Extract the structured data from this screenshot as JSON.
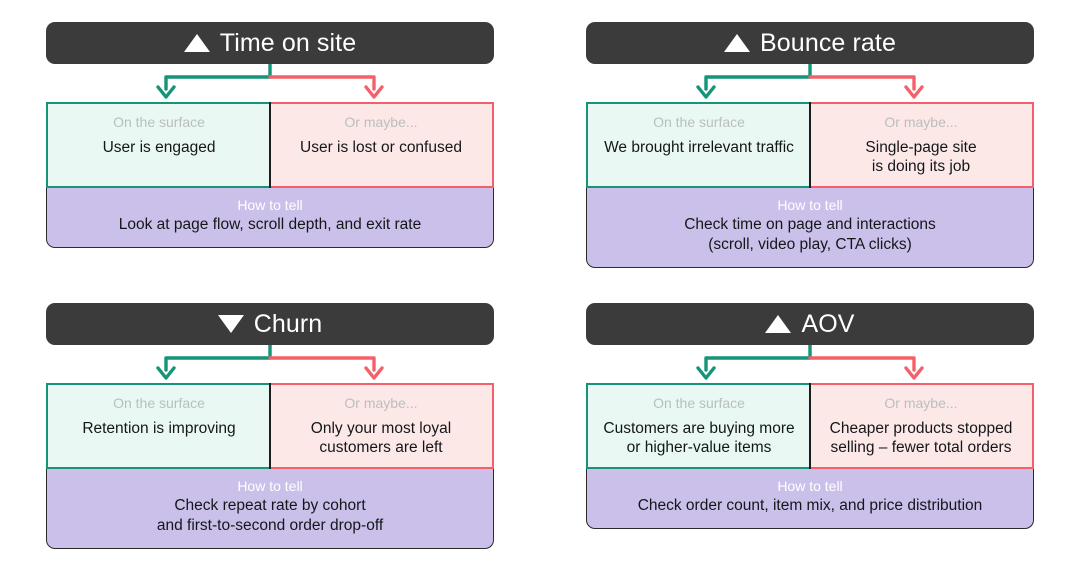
{
  "labels": {
    "surface": "On the surface",
    "maybe": "Or maybe...",
    "howto": "How to tell"
  },
  "colors": {
    "header_bg": "#3b3b3b",
    "surface_fill": "#e9f8f3",
    "surface_border": "#159478",
    "maybe_fill": "#fde8e8",
    "maybe_border": "#f4606a",
    "howto_fill": "#cbc0ea",
    "muted_label": "#b9bfbd",
    "page_bg": "#ffffff"
  },
  "cards": [
    {
      "title": "Time on site",
      "trend": "up",
      "trend_icon": "triangle-up-icon",
      "surface_text": "User is engaged",
      "surface_text_line2": "",
      "maybe_text": "User is lost or confused",
      "maybe_text_line2": "",
      "howto_text": "Look at page flow, scroll depth, and exit rate",
      "howto_text_line2": ""
    },
    {
      "title": "Bounce rate",
      "trend": "up",
      "trend_icon": "triangle-up-icon",
      "surface_text": "We brought irrelevant traffic",
      "surface_text_line2": "",
      "maybe_text": "Single-page site",
      "maybe_text_line2": "is doing its job",
      "howto_text": "Check time on page and interactions",
      "howto_text_line2": "(scroll, video play, CTA clicks)"
    },
    {
      "title": "Churn",
      "trend": "down",
      "trend_icon": "triangle-down-icon",
      "surface_text": "Retention is improving",
      "surface_text_line2": "",
      "maybe_text": "Only your most loyal",
      "maybe_text_line2": "customers are left",
      "howto_text": "Check repeat rate by cohort",
      "howto_text_line2": "and first-to-second order drop-off"
    },
    {
      "title": "AOV",
      "trend": "up",
      "trend_icon": "triangle-up-icon",
      "surface_text": "Customers are buying more",
      "surface_text_line2": "or higher-value items",
      "maybe_text": "Cheaper products stopped",
      "maybe_text_line2": "selling – fewer total orders",
      "howto_text": "Check order count, item mix, and price distribution",
      "howto_text_line2": ""
    }
  ]
}
